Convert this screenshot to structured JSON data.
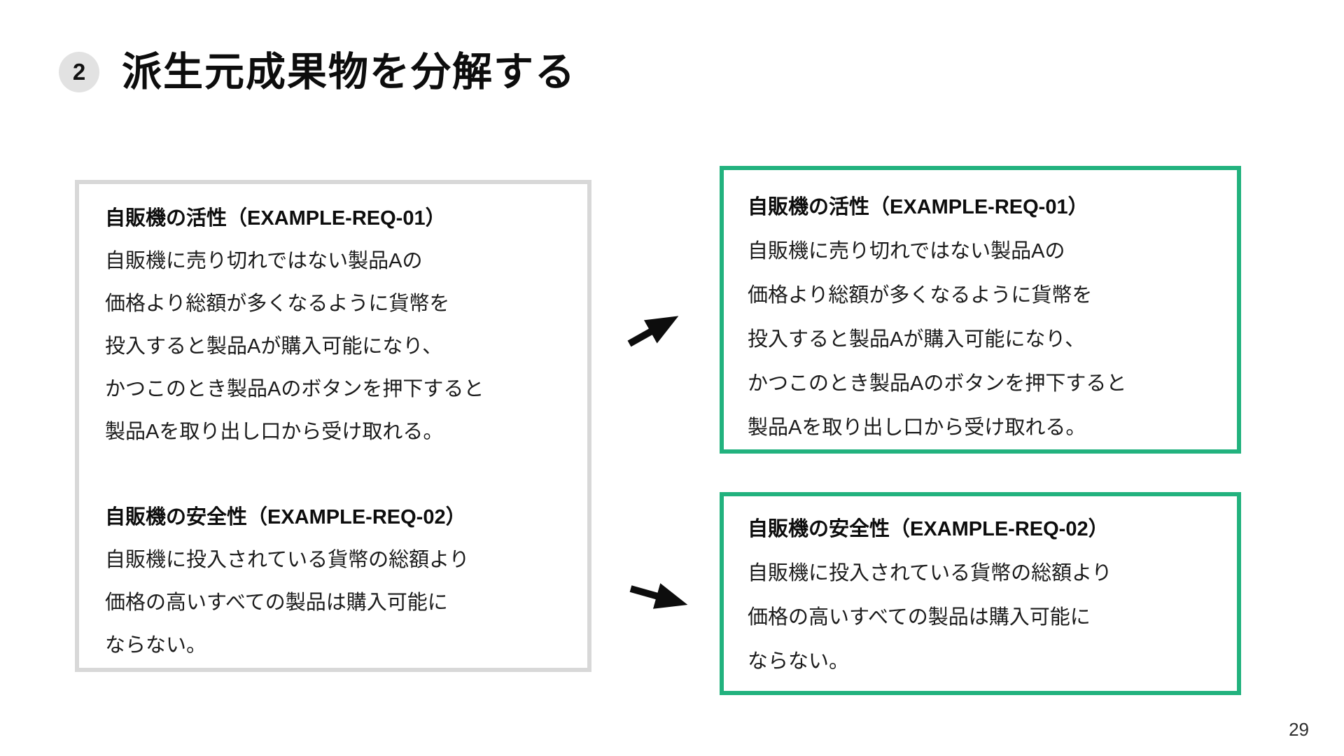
{
  "slide": {
    "badge": "2",
    "title": "派生元成果物を分解する",
    "page_number": "29",
    "colors": {
      "accent_green": "#22b27e",
      "source_border_gray": "#d8d8d8",
      "badge_gray": "#e2e2e2"
    }
  },
  "source_box": {
    "req1": {
      "heading": "自販機の活性（EXAMPLE-REQ-01）",
      "lines": [
        "自販機に売り切れではない製品Aの",
        "価格より総額が多くなるように貨幣を",
        "投入すると製品Aが購入可能になり、",
        "かつこのとき製品Aのボタンを押下すると",
        "製品Aを取り出し口から受け取れる。"
      ]
    },
    "req2": {
      "heading": "自販機の安全性（EXAMPLE-REQ-02）",
      "lines": [
        "自販機に投入されている貨幣の総額より",
        "価格の高いすべての製品は購入可能に",
        "ならない。"
      ]
    }
  },
  "derived_boxes": [
    {
      "heading": "自販機の活性（EXAMPLE-REQ-01）",
      "lines": [
        "自販機に売り切れではない製品Aの",
        "価格より総額が多くなるように貨幣を",
        "投入すると製品Aが購入可能になり、",
        "かつこのとき製品Aのボタンを押下すると",
        "製品Aを取り出し口から受け取れる。"
      ]
    },
    {
      "heading": "自販機の安全性（EXAMPLE-REQ-02）",
      "lines": [
        "自販機に投入されている貨幣の総額より",
        "価格の高いすべての製品は購入可能に",
        "ならない。"
      ]
    }
  ]
}
